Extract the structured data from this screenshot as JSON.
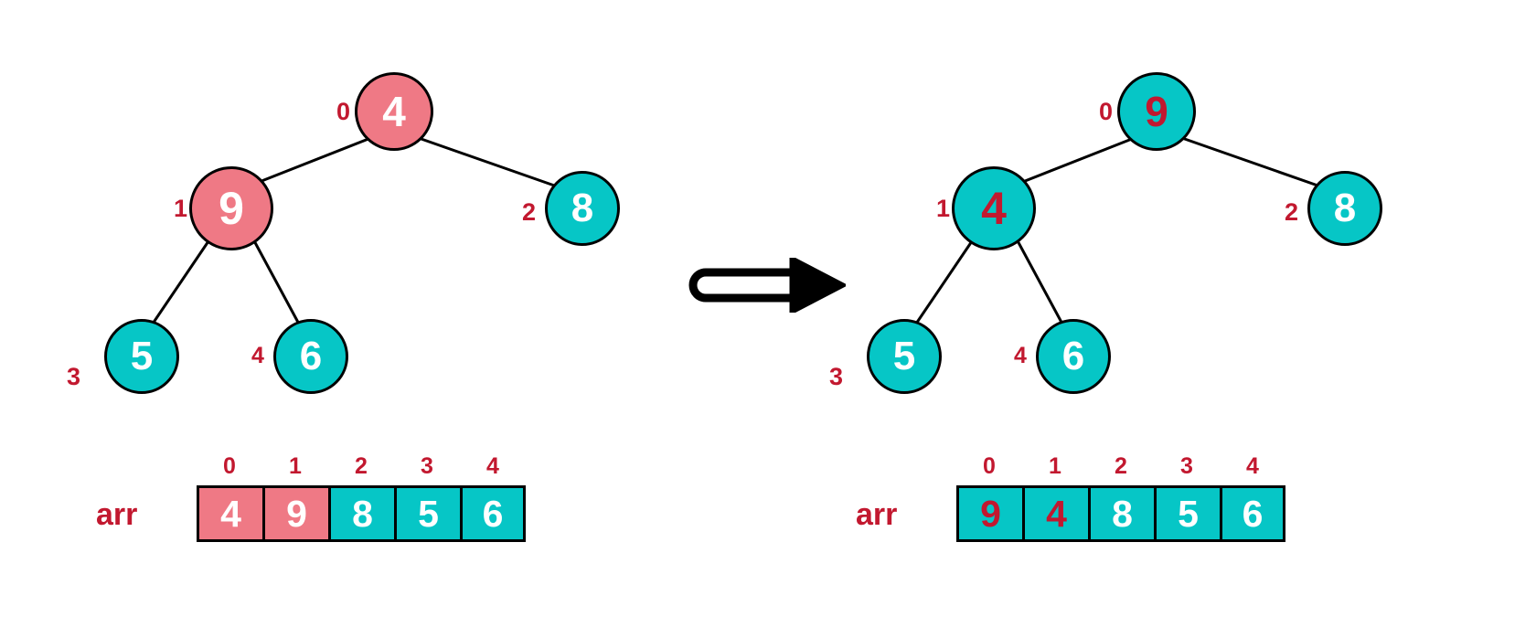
{
  "colors": {
    "pink": "#EF7985",
    "teal": "#06C6C6",
    "crimson": "#C2182F",
    "white": "#FFFFFF",
    "black": "#000000"
  },
  "diagram": {
    "type": "binary-heap-swap-illustration",
    "arrow": "double-line-right-arrow"
  },
  "left": {
    "tree": {
      "nodes": [
        {
          "index": "0",
          "value": "4",
          "fill": "pink",
          "text": "white"
        },
        {
          "index": "1",
          "value": "9",
          "fill": "pink",
          "text": "white"
        },
        {
          "index": "2",
          "value": "8",
          "fill": "teal",
          "text": "white"
        },
        {
          "index": "3",
          "value": "5",
          "fill": "teal",
          "text": "white"
        },
        {
          "index": "4",
          "value": "6",
          "fill": "teal",
          "text": "white"
        }
      ]
    },
    "array": {
      "name": "arr",
      "indices": [
        "0",
        "1",
        "2",
        "3",
        "4"
      ],
      "cells": [
        {
          "value": "4",
          "fill": "pink",
          "text": "white"
        },
        {
          "value": "9",
          "fill": "pink",
          "text": "white"
        },
        {
          "value": "8",
          "fill": "teal",
          "text": "white"
        },
        {
          "value": "5",
          "fill": "teal",
          "text": "white"
        },
        {
          "value": "6",
          "fill": "teal",
          "text": "white"
        }
      ]
    }
  },
  "right": {
    "tree": {
      "nodes": [
        {
          "index": "0",
          "value": "9",
          "fill": "teal",
          "text": "crimson"
        },
        {
          "index": "1",
          "value": "4",
          "fill": "teal",
          "text": "crimson"
        },
        {
          "index": "2",
          "value": "8",
          "fill": "teal",
          "text": "white"
        },
        {
          "index": "3",
          "value": "5",
          "fill": "teal",
          "text": "white"
        },
        {
          "index": "4",
          "value": "6",
          "fill": "teal",
          "text": "white"
        }
      ]
    },
    "array": {
      "name": "arr",
      "indices": [
        "0",
        "1",
        "2",
        "3",
        "4"
      ],
      "cells": [
        {
          "value": "9",
          "fill": "teal",
          "text": "crimson"
        },
        {
          "value": "4",
          "fill": "teal",
          "text": "crimson"
        },
        {
          "value": "8",
          "fill": "teal",
          "text": "white"
        },
        {
          "value": "5",
          "fill": "teal",
          "text": "white"
        },
        {
          "value": "6",
          "fill": "teal",
          "text": "white"
        }
      ]
    }
  }
}
